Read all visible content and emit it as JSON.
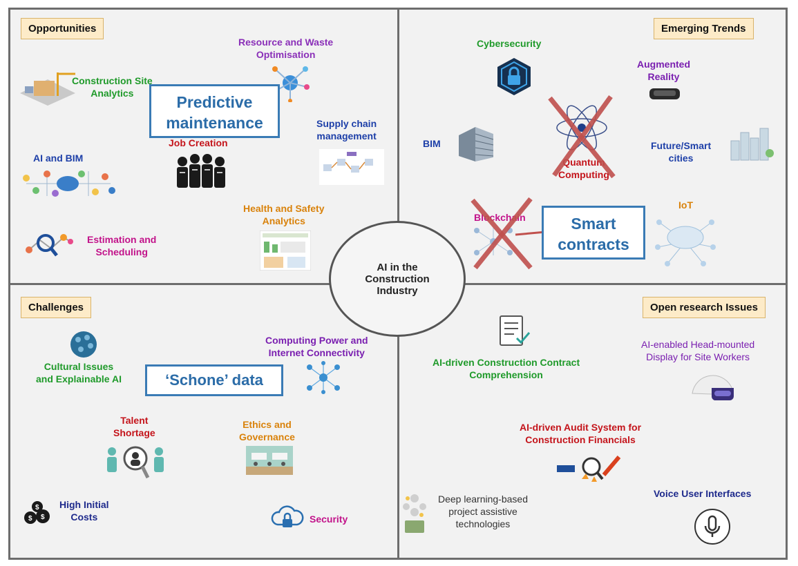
{
  "center_label": "AI in the Construction Industry",
  "quadrants": {
    "opportunities": {
      "title": "Opportunities",
      "items": {
        "construction_site_analytics": "Construction Site\nAnalytics",
        "resource_waste": "Resource and Waste\nOptimisation",
        "job_creation": "Job Creation",
        "supply_chain": "Supply chain\nmanagement",
        "ai_bim": "AI and BIM",
        "health_safety": "Health and Safety\nAnalytics",
        "estimation_scheduling": "Estimation and\nScheduling"
      },
      "callout": "Predictive\nmaintenance"
    },
    "emerging_trends": {
      "title": "Emerging  Trends",
      "items": {
        "cybersecurity": "Cybersecurity",
        "augmented_reality": "Augmented\nReality",
        "bim": "BIM",
        "quantum": "Quantum\nComputing",
        "future_cities": "Future/Smart\ncities",
        "blockchain": "Blockchain",
        "iot": "IoT"
      },
      "callout": "Smart\ncontracts"
    },
    "challenges": {
      "title": "Challenges",
      "items": {
        "cultural": "Cultural Issues\nand Explainable AI",
        "computing": "Computing Power and\nInternet Connectivity",
        "talent": "Talent\nShortage",
        "ethics": "Ethics and\nGovernance",
        "costs": "High Initial\nCosts",
        "security": "Security"
      },
      "callout": "‘Schone’ data"
    },
    "open_research": {
      "title": "Open research Issues",
      "items": {
        "contract": "AI-driven Construction Contract\nComprehension",
        "hmd": "AI-enabled Head-mounted\nDisplay for Site Workers",
        "audit": "AI-driven Audit System for\nConstruction Financials",
        "deep_learning": "Deep learning-based\nproject assistive\ntechnologies",
        "voice": "Voice User Interfaces"
      }
    }
  },
  "colors": {
    "frame": "#6d6d6d",
    "badge": "#fdebc8",
    "callout_border": "#3a7bb5",
    "cross": "#c0504d"
  }
}
